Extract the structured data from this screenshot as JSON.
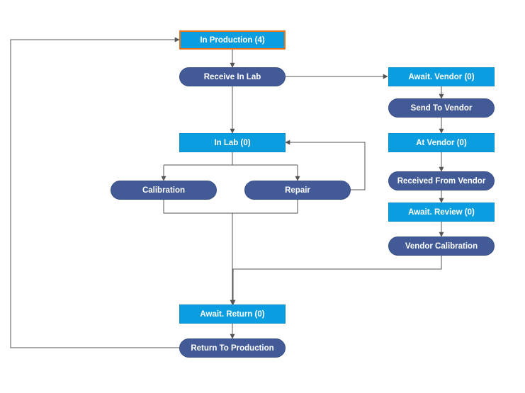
{
  "colors": {
    "state_fill": "#0a9ee0",
    "action_fill": "#425a96",
    "selected_border": "#e8731a",
    "connector": "#555555"
  },
  "nodes": {
    "in_production": "In Production (4)",
    "receive_in_lab": "Receive In Lab",
    "in_lab": "In Lab (0)",
    "calibration": "Calibration",
    "repair": "Repair",
    "await_vendor": "Await. Vendor (0)",
    "send_to_vendor": "Send To Vendor",
    "at_vendor": "At Vendor (0)",
    "received_from_vendor": "Received From Vendor",
    "await_review": "Await. Review (0)",
    "vendor_calibration": "Vendor Calibration",
    "await_return": "Await. Return (0)",
    "return_to_production": "Return To Production"
  }
}
